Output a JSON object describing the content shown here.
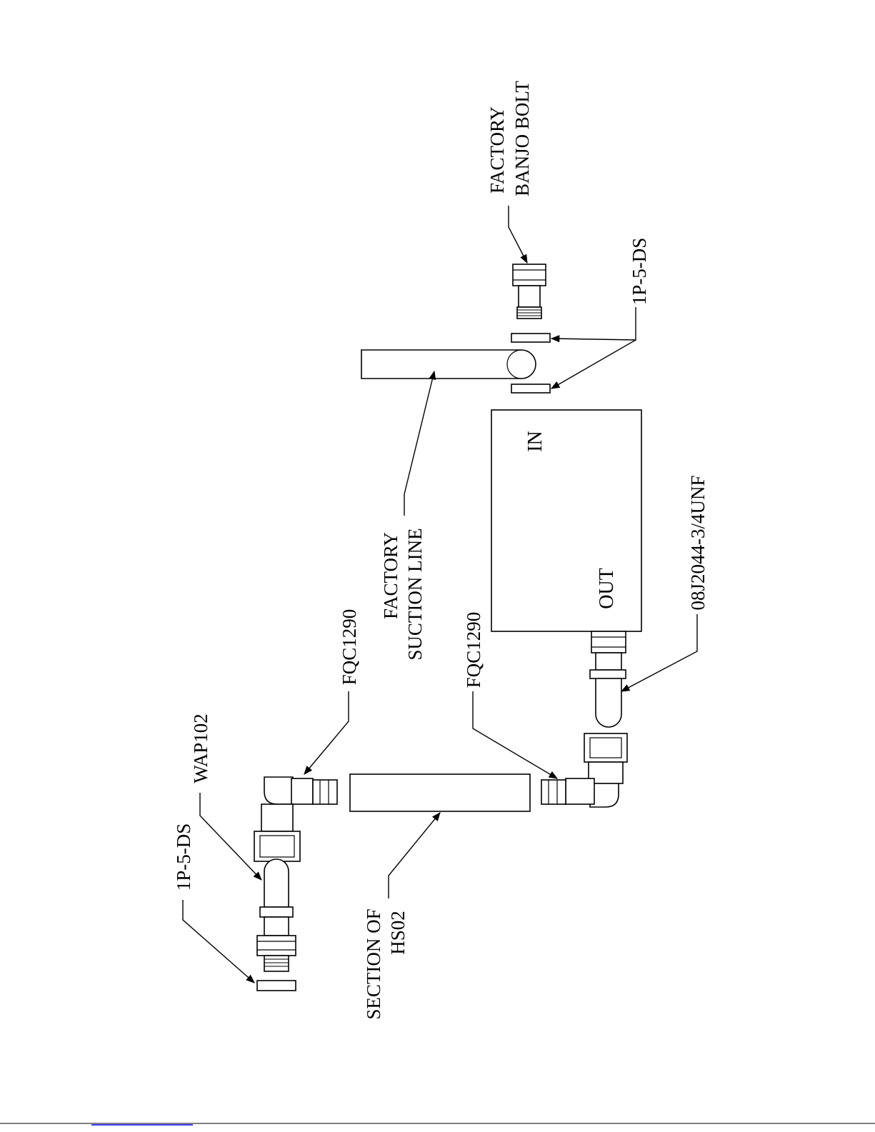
{
  "labels": {
    "factory_banjo_bolt_1": "FACTORY",
    "factory_banjo_bolt_2": "BANJO BOLT",
    "washer_top": "1P-5-DS",
    "factory_suction_line_1": "FACTORY",
    "factory_suction_line_2": "SUCTION LINE",
    "filter_in": "IN",
    "filter_out": "OUT",
    "adapter": "08J2044-3/4UNF",
    "fqc_upper": "FQC1290",
    "fqc_lower": "FQC1290",
    "wap": "WAP102",
    "washer_bottom": "1P-5-DS",
    "hose_1": "SECTION OF",
    "hose_2": "HS02"
  },
  "colors": {
    "line": "#000000",
    "background": "#ffffff",
    "footer_link": "#0000ee"
  }
}
